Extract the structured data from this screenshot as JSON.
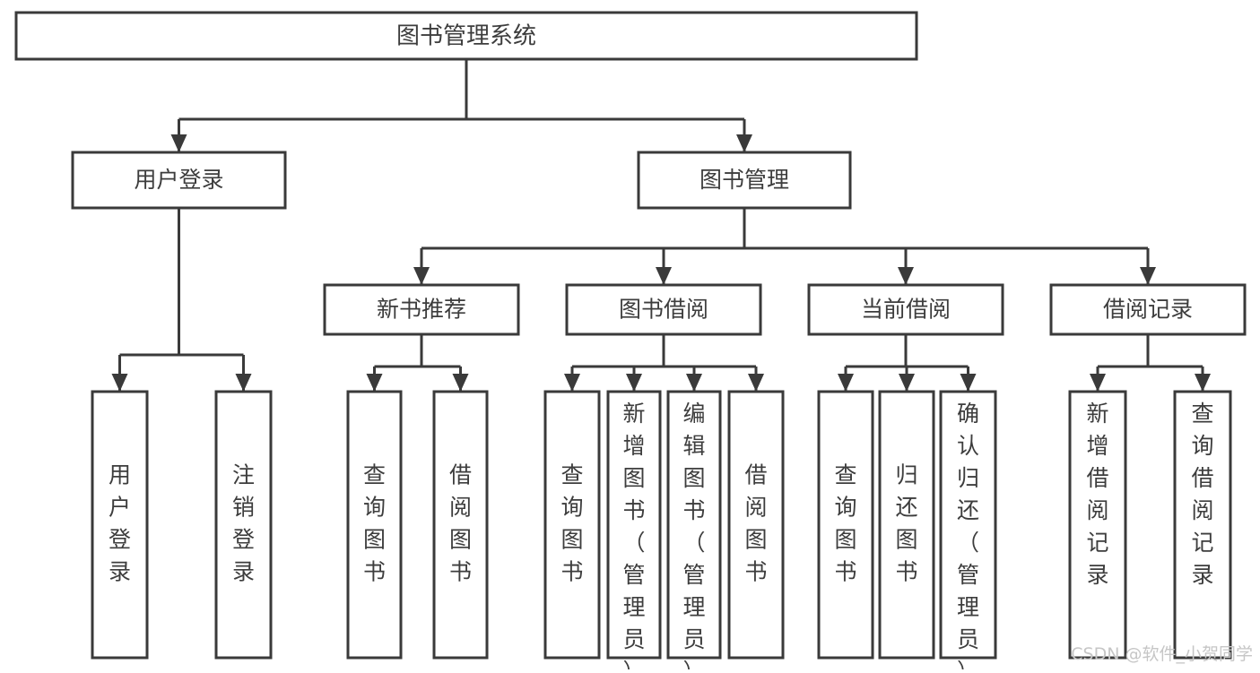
{
  "diagram": {
    "title": "图书管理系统",
    "type": "tree",
    "orientation": "top-down",
    "colors": {
      "box_stroke": "#3a3a3a",
      "box_fill": "#ffffff",
      "text": "#3d3d3d",
      "connector": "#3a3a3a",
      "watermark": "#c6c6c6",
      "background": "#ffffff"
    },
    "root": {
      "label": "图书管理系统"
    },
    "level2": [
      {
        "label": "用户登录"
      },
      {
        "label": "图书管理"
      }
    ],
    "level3": [
      {
        "label": "新书推荐"
      },
      {
        "label": "图书借阅"
      },
      {
        "label": "当前借阅"
      },
      {
        "label": "借阅记录"
      }
    ],
    "leaves": {
      "user_login": [
        {
          "label": "用户登录"
        },
        {
          "label": "注销登录"
        }
      ],
      "new_book_recommend": [
        {
          "label": "查询图书"
        },
        {
          "label": "借阅图书"
        }
      ],
      "book_borrow": [
        {
          "label": "查询图书"
        },
        {
          "label": "新增图书（管理员）"
        },
        {
          "label": "编辑图书（管理员）"
        },
        {
          "label": "借阅图书"
        }
      ],
      "current_borrow": [
        {
          "label": "查询图书"
        },
        {
          "label": "归还图书"
        },
        {
          "label": "确认归还（管理员）"
        }
      ],
      "borrow_record": [
        {
          "label": "新增借阅记录"
        },
        {
          "label": "查询借阅记录"
        }
      ]
    }
  },
  "watermark": {
    "text": "CSDN @软件_小贺同学"
  }
}
